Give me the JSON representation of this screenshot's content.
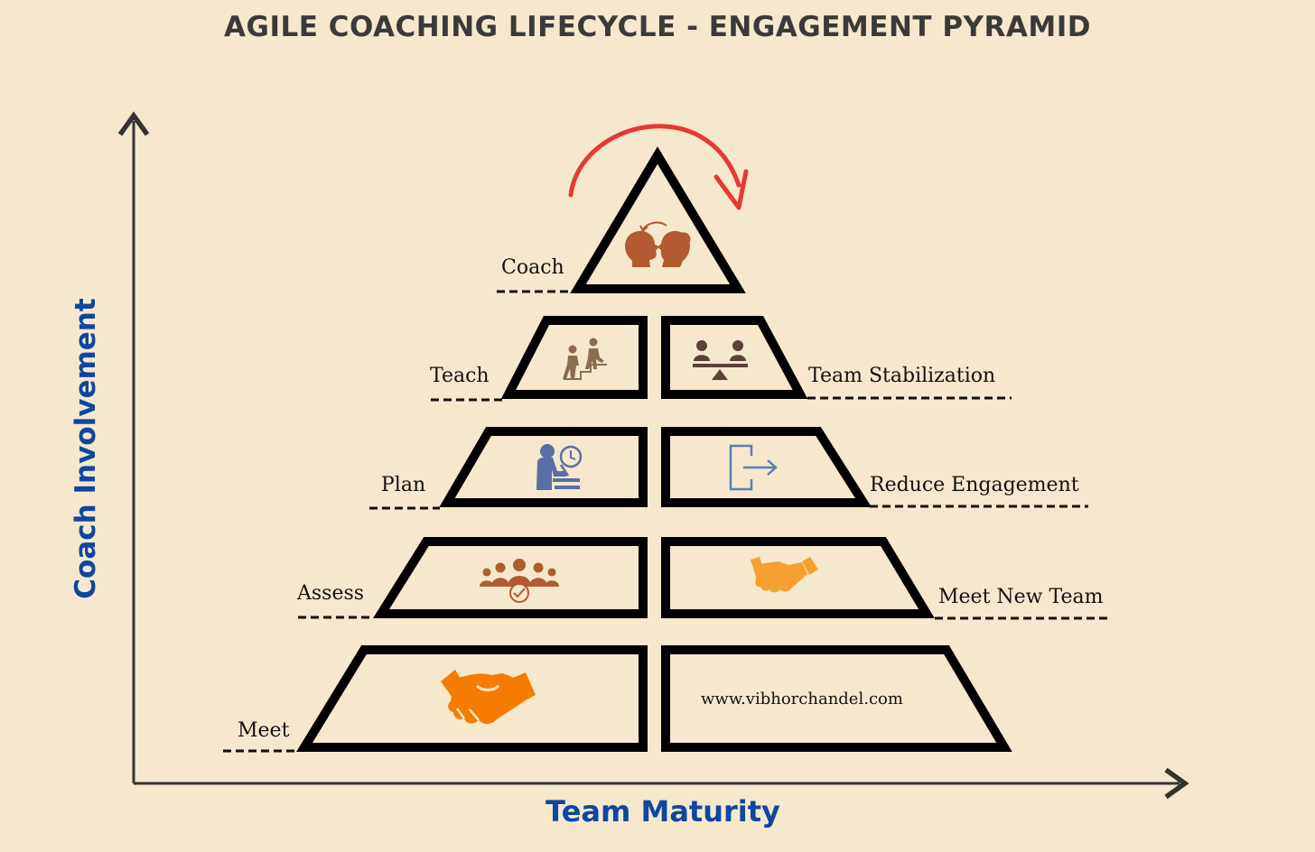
{
  "title": "AGILE COACHING LIFECYCLE - ENGAGEMENT PYRAMID",
  "axes": {
    "x_label": "Team Maturity",
    "y_label": "Coach Involvement"
  },
  "peak": {
    "label": "Coach",
    "icon": "coaching-heads-icon",
    "cycle_arrow_color": "#e53935"
  },
  "left_levels": [
    {
      "label": "Teach",
      "icon": "climbing-stairs-icon",
      "icon_color": "#8a6d4f"
    },
    {
      "label": "Plan",
      "icon": "person-planning-clock-icon",
      "icon_color": "#5b6ea6"
    },
    {
      "label": "Assess",
      "icon": "team-assessment-icon",
      "icon_color": "#b35a32"
    },
    {
      "label": "Meet",
      "icon": "handshake-icon",
      "icon_color": "#f57c00"
    }
  ],
  "right_levels": [
    {
      "label": "Team Stabilization",
      "icon": "balanced-scale-icon",
      "icon_color": "#5d4037"
    },
    {
      "label": "Reduce Engagement",
      "icon": "exit-door-icon",
      "icon_color": "#5b7fb0"
    },
    {
      "label": "Meet New Team",
      "icon": "handshake-icon",
      "icon_color": "#f5a030"
    },
    {
      "label": "www.vibhorchandel.com",
      "icon": "",
      "icon_color": ""
    }
  ],
  "colors": {
    "background": "#f6e8cc",
    "outline": "#000000",
    "axis": "#333333",
    "axis_label": "#0d47a1",
    "title": "#3a3a3a"
  }
}
